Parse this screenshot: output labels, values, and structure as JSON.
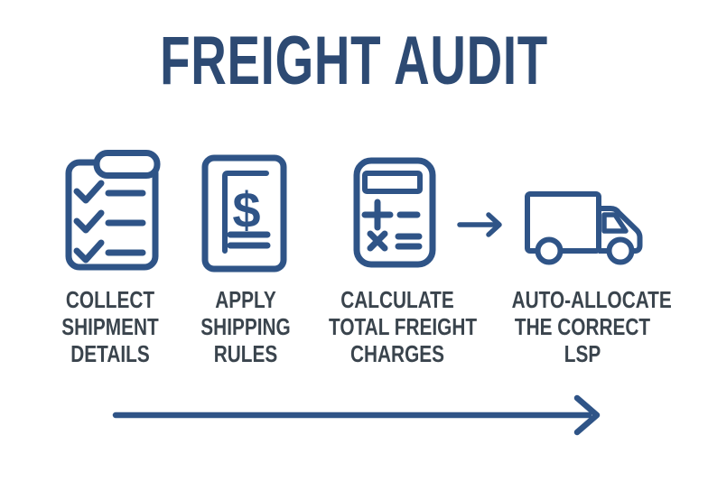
{
  "title": "FREIGHT AUDIT",
  "steps": [
    {
      "icon": "clipboard-checklist-icon",
      "label_lines": [
        "COLLECT",
        "SHIPMENT",
        "DETAILS"
      ]
    },
    {
      "icon": "dollar-document-icon",
      "label_lines": [
        "APPLY",
        "SHIPPING",
        "RULES"
      ]
    },
    {
      "icon": "calculator-icon",
      "label_lines": [
        "CALCULATE",
        "TOTAL FREIGHT",
        "CHARGES"
      ]
    },
    {
      "icon": "delivery-truck-icon",
      "label_lines": [
        "AUTO-ALLOCATE",
        "THE CORRECT",
        "LSP"
      ]
    }
  ],
  "icons": {
    "dollar_glyph": "$",
    "flow_arrow": "right-arrow-icon",
    "process_arrow": "right-arrow-icon"
  },
  "colors": {
    "title_navy": "#2d4a73",
    "icon_blue": "#2f5487",
    "label_charcoal": "#3a444d",
    "arrow_blue": "#2f5487",
    "background": "#ffffff"
  }
}
